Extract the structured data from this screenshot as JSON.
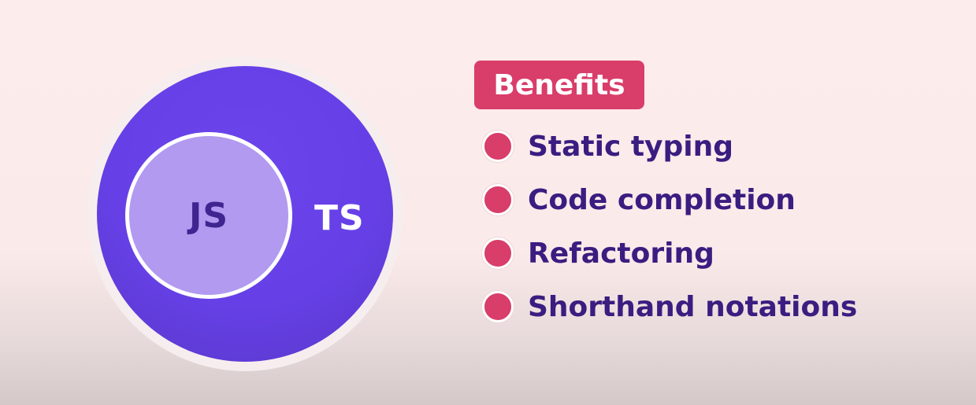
{
  "diagram": {
    "outer_label": "TS",
    "inner_label": "JS"
  },
  "benefits": {
    "title": "Benefits",
    "items": [
      {
        "label": "Static typing"
      },
      {
        "label": "Code completion"
      },
      {
        "label": "Refactoring"
      },
      {
        "label": "Shorthand notations"
      }
    ]
  },
  "colors": {
    "ts_circle": "#6640e6",
    "js_circle": "#b19aef",
    "accent": "#d93d6a",
    "text_dark": "#3a1d80"
  }
}
